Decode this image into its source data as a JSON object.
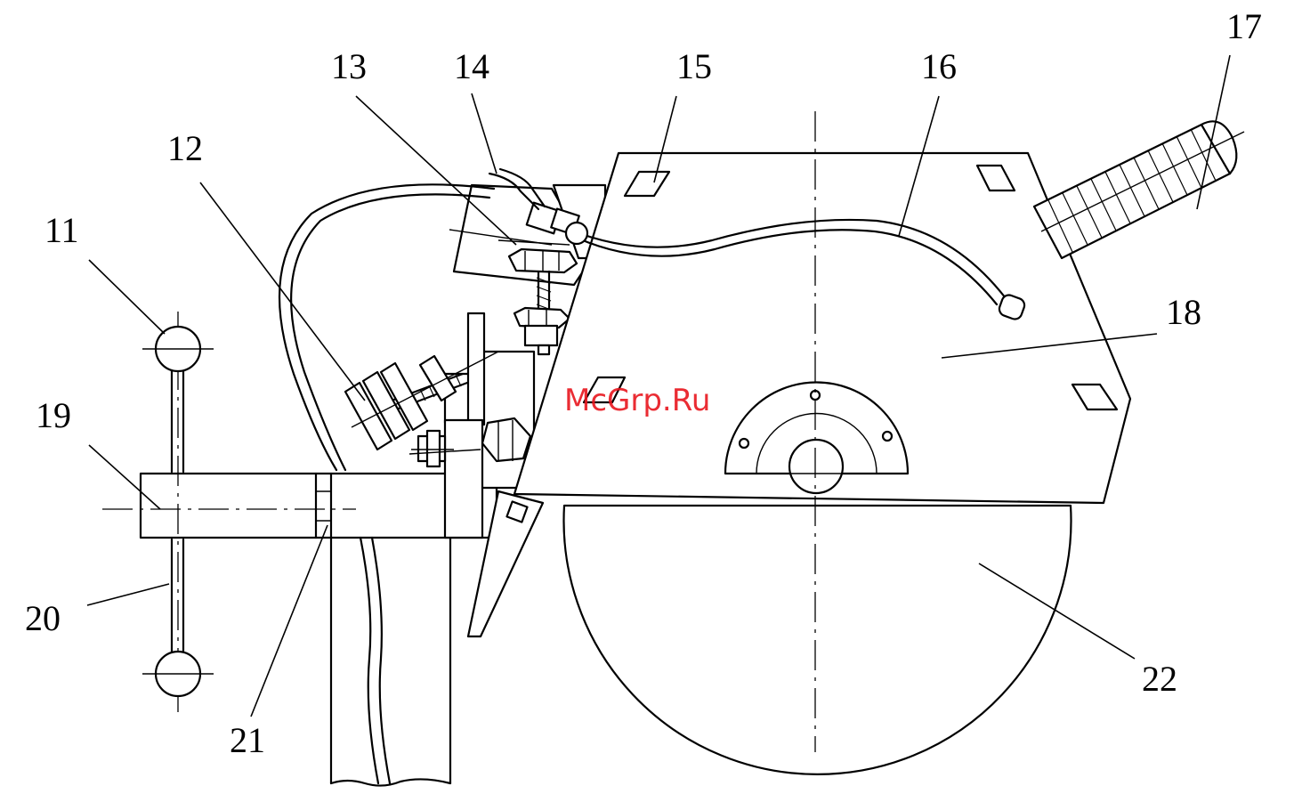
{
  "labels": {
    "l11": "11",
    "l12": "12",
    "l13": "13",
    "l14": "14",
    "l15": "15",
    "l16": "16",
    "l17": "17",
    "l18": "18",
    "l19": "19",
    "l20": "20",
    "l21": "21",
    "l22": "22"
  },
  "watermark": "McGrp.Ru"
}
